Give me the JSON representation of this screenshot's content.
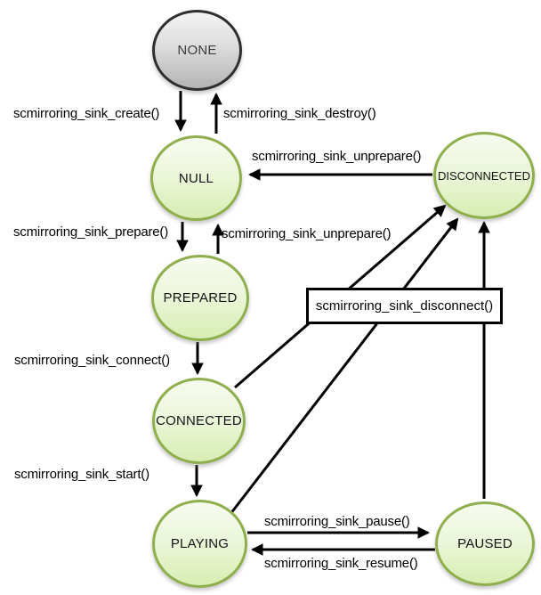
{
  "diagram": {
    "type": "state-machine",
    "subject": "scmirroring sink states",
    "states": {
      "none": {
        "label": "NONE",
        "kind": "initial"
      },
      "null": {
        "label": "NULL",
        "kind": "normal"
      },
      "prepared": {
        "label": "PREPARED",
        "kind": "normal"
      },
      "connected": {
        "label": "CONNECTED",
        "kind": "normal"
      },
      "playing": {
        "label": "PLAYING",
        "kind": "normal"
      },
      "paused": {
        "label": "PAUSED",
        "kind": "normal"
      },
      "disconnected": {
        "label": "DISCONNECTED",
        "kind": "normal"
      }
    },
    "transitions": [
      {
        "from": "NONE",
        "to": "NULL",
        "label": "scmirroring_sink_create()"
      },
      {
        "from": "NULL",
        "to": "NONE",
        "label": "scmirroring_sink_destroy()"
      },
      {
        "from": "DISCONNECTED",
        "to": "NULL",
        "label": "scmirroring_sink_unprepare()"
      },
      {
        "from": "NULL",
        "to": "PREPARED",
        "label": "scmirroring_sink_prepare()"
      },
      {
        "from": "PREPARED",
        "to": "NULL",
        "label": "scmirroring_sink_unprepare()"
      },
      {
        "from": "PREPARED",
        "to": "CONNECTED",
        "label": "scmirroring_sink_connect()"
      },
      {
        "from": "CONNECTED",
        "to": "PLAYING",
        "label": "scmirroring_sink_start()"
      },
      {
        "from": "PLAYING",
        "to": "PAUSED",
        "label": "scmirroring_sink_pause()"
      },
      {
        "from": "PAUSED",
        "to": "PLAYING",
        "label": "scmirroring_sink_resume()"
      },
      {
        "from": "CONNECTED, PLAYING, PAUSED",
        "to": "DISCONNECTED",
        "label": "scmirroring_sink_disconnect()",
        "boxed": true
      }
    ],
    "colors": {
      "state_border": "#8fae4e",
      "state_fill_top": "#f6fbef",
      "state_fill_bottom": "#d8edb2",
      "none_border": "#2f2f2f",
      "none_fill_top": "#f4f4f4",
      "none_fill_bottom": "#b3b3b3",
      "arrow": "#000000",
      "background": "#ffffff"
    }
  }
}
